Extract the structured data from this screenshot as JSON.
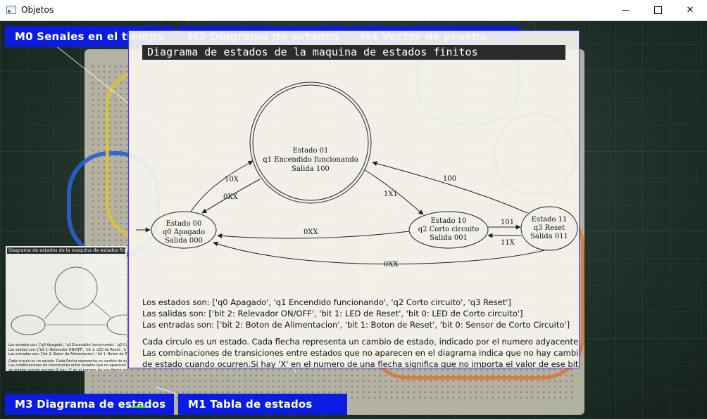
{
  "window": {
    "title": "Objetos",
    "minimize_label": "",
    "maximize_label": "",
    "close_label": "✕"
  },
  "tabs": {
    "m0": "M0  Senales en el tiempo",
    "m2": "M2  Diagrama de estados",
    "m4": "M4  Vector de prueba",
    "m3": "M3  Diagrama de estados",
    "m1": "M1  Tabla de estados"
  },
  "main": {
    "title": "Diagrama de estados de la maquina de estados finitos",
    "states": [
      {
        "lines": [
          "Estado 01",
          "q1 Encendido funcionando",
          "Salida 100"
        ]
      },
      {
        "lines": [
          "Estado 00",
          "q0 Apagado",
          "Salida 000"
        ]
      },
      {
        "lines": [
          "Estado 10",
          "q2 Corto circuito",
          "Salida 001"
        ]
      },
      {
        "lines": [
          "Estado 11",
          "q3 Reset",
          "Salida 011"
        ]
      }
    ],
    "edges": {
      "e_10x": "10X",
      "e_0xx_a": "0XX",
      "e_1x1": "1X1",
      "e_100": "100",
      "e_0xx_b": "0XX",
      "e_101": "101",
      "e_11x": "11X",
      "e_0xx_c": "0XX"
    },
    "info": {
      "line1": "Los estados son: ['q0 Apagado', 'q1 Encendido funcionando', 'q2 Corto circuito', 'q3 Reset']",
      "line2": "Las salidas son: ['bit 2: Relevador ON/OFF', 'bit 1: LED de Reset', 'bit 0: LED de Corto circuito']",
      "line3": "Las entradas son: ['bit 2: Boton de Alimentacion', 'bit 1: Boton de Reset', 'bit 0: Sensor de Corto Circuito']",
      "line4": "Cada circulo es un estado. Cada flecha representa un cambio de estado, indicado por el numero adyacente.",
      "line5": "Las combinaciones de transiciones entre estados que no aparecen en el diagrama indica que no hay cambio",
      "line6": "de estado cuando ocurren.Si hay 'X' en el numero de una flecha significa que no importa el valor de ese bit."
    }
  },
  "thumbnail": {
    "title": "Diagrama de estados de la maquina de estados finitos"
  },
  "colors": {
    "tab_bg": "#0a1ce0",
    "title_bar_bg": "#2b2b2b",
    "window_border": "#3a3aff"
  }
}
